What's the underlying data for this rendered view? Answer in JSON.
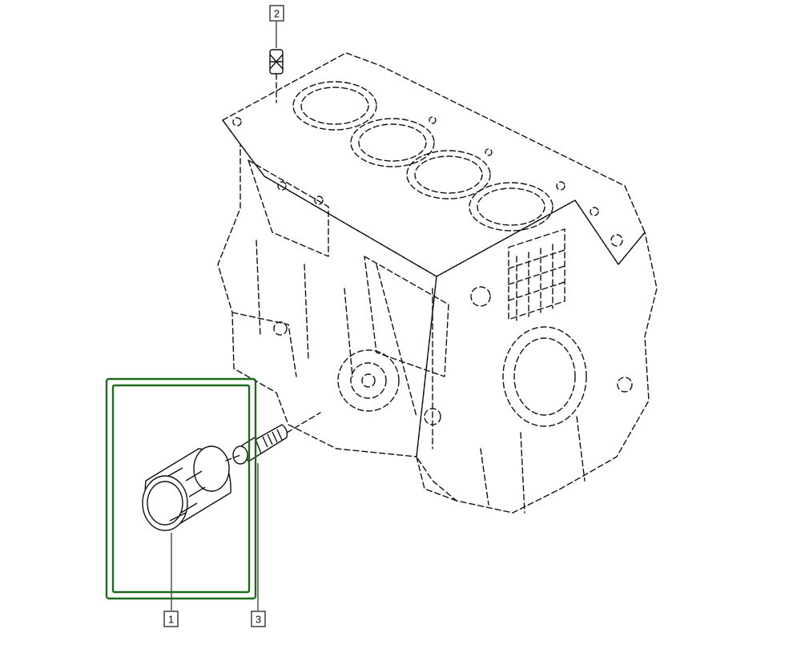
{
  "callouts": [
    {
      "id": "1",
      "label": "1"
    },
    {
      "id": "2",
      "label": "2"
    },
    {
      "id": "3",
      "label": "3"
    }
  ],
  "colors": {
    "highlight": "#1e6b1e",
    "line": "#111111",
    "background": "#ffffff"
  }
}
